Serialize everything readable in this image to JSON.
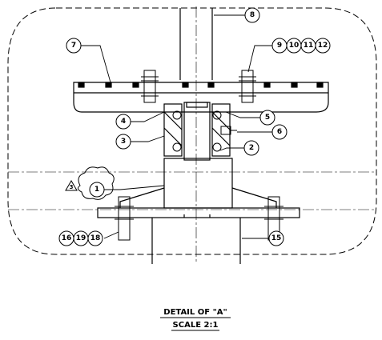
{
  "detail": {
    "title": "DETAIL OF \"A\"",
    "scale": "SCALE 2:1"
  },
  "revision_mark": "3",
  "balloons": {
    "b1": "1",
    "b2": "2",
    "b3": "3",
    "b4": "4",
    "b5": "5",
    "b6": "6",
    "b7": "7",
    "b8": "8",
    "b9": "9",
    "b10": "10",
    "b11": "11",
    "b12": "12",
    "b15": "15",
    "b16": "16",
    "b19": "19",
    "b18": "18"
  }
}
